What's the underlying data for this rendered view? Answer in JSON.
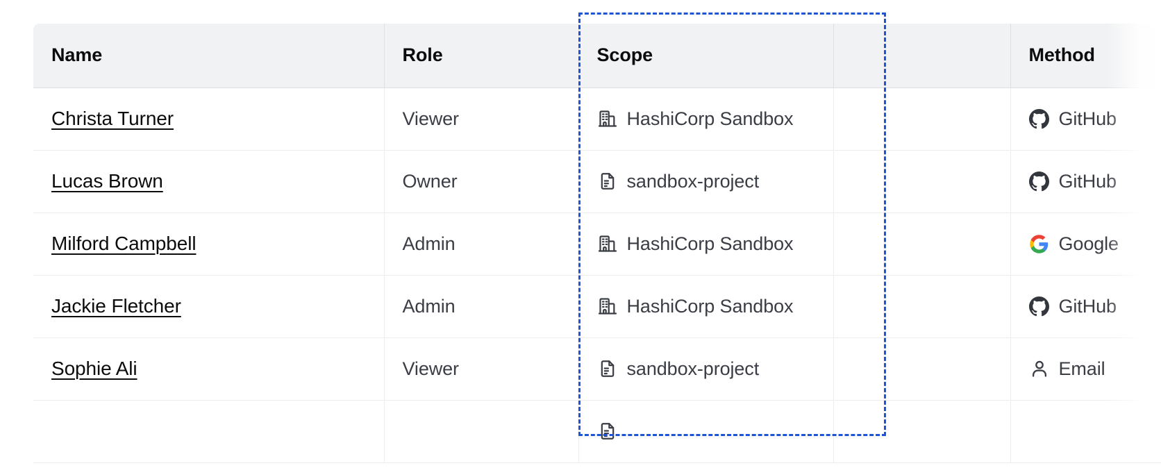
{
  "table": {
    "columns": [
      {
        "key": "name",
        "label": "Name"
      },
      {
        "key": "role",
        "label": "Role"
      },
      {
        "key": "scope",
        "label": "Scope"
      },
      {
        "key": "blank",
        "label": ""
      },
      {
        "key": "method",
        "label": "Method"
      }
    ],
    "rows": [
      {
        "name": "Christa Turner",
        "role": "Viewer",
        "scope": "HashiCorp Sandbox",
        "scope_icon": "organization-building-icon",
        "method": "GitHub",
        "method_icon": "github-icon"
      },
      {
        "name": "Lucas Brown",
        "role": "Owner",
        "scope": "sandbox-project",
        "scope_icon": "project-document-icon",
        "method": "GitHub",
        "method_icon": "github-icon"
      },
      {
        "name": "Milford Campbell",
        "role": "Admin",
        "scope": "HashiCorp Sandbox",
        "scope_icon": "organization-building-icon",
        "method": "Google",
        "method_icon": "google-icon"
      },
      {
        "name": "Jackie Fletcher",
        "role": "Admin",
        "scope": "HashiCorp Sandbox",
        "scope_icon": "organization-building-icon",
        "method": "GitHub",
        "method_icon": "github-icon"
      },
      {
        "name": "Sophie Ali",
        "role": "Viewer",
        "scope": "sandbox-project",
        "scope_icon": "project-document-icon",
        "method": "Email",
        "method_icon": "user-person-icon"
      },
      {
        "name": "",
        "role": "",
        "scope": "",
        "scope_icon": "project-document-icon",
        "method": "",
        "method_icon": ""
      }
    ]
  },
  "selection": {
    "target_column": "Scope",
    "border_color": "#1e54d5",
    "style": "dashed"
  },
  "colors": {
    "header_background": "#f1f2f3",
    "header_text": "#0c0c0e",
    "body_text": "#3b3d45",
    "link_text": "#0c0c0e",
    "row_border": "#eceded",
    "header_border": "#dedfe3",
    "icon": "#3b3d45",
    "accent": "#1e54d5"
  }
}
